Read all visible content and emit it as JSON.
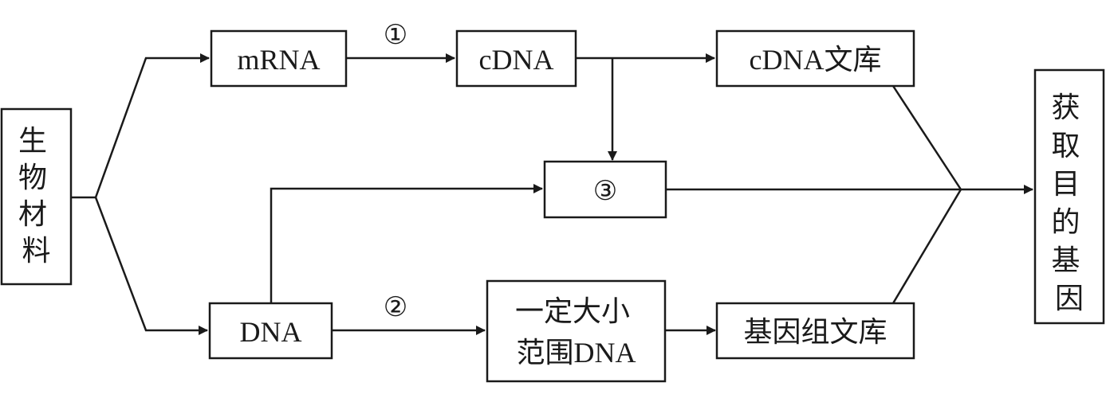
{
  "nodes": {
    "source": [
      "生",
      "物",
      "材",
      "料"
    ],
    "mrna": "mRNA",
    "cdna": "cDNA",
    "cdna_library": "cDNA文库",
    "dna": "DNA",
    "fragment_line1": "一定大小",
    "fragment_line2": "范围DNA",
    "genomic_library": "基因组文库",
    "method3": "③",
    "target": [
      "获",
      "取",
      "目",
      "的",
      "基",
      "因"
    ]
  },
  "edges": {
    "step1": "①",
    "step2": "②"
  },
  "colors": {
    "stroke": "#1a1a1a",
    "text": "#1a1a1a",
    "background": "#ffffff"
  }
}
